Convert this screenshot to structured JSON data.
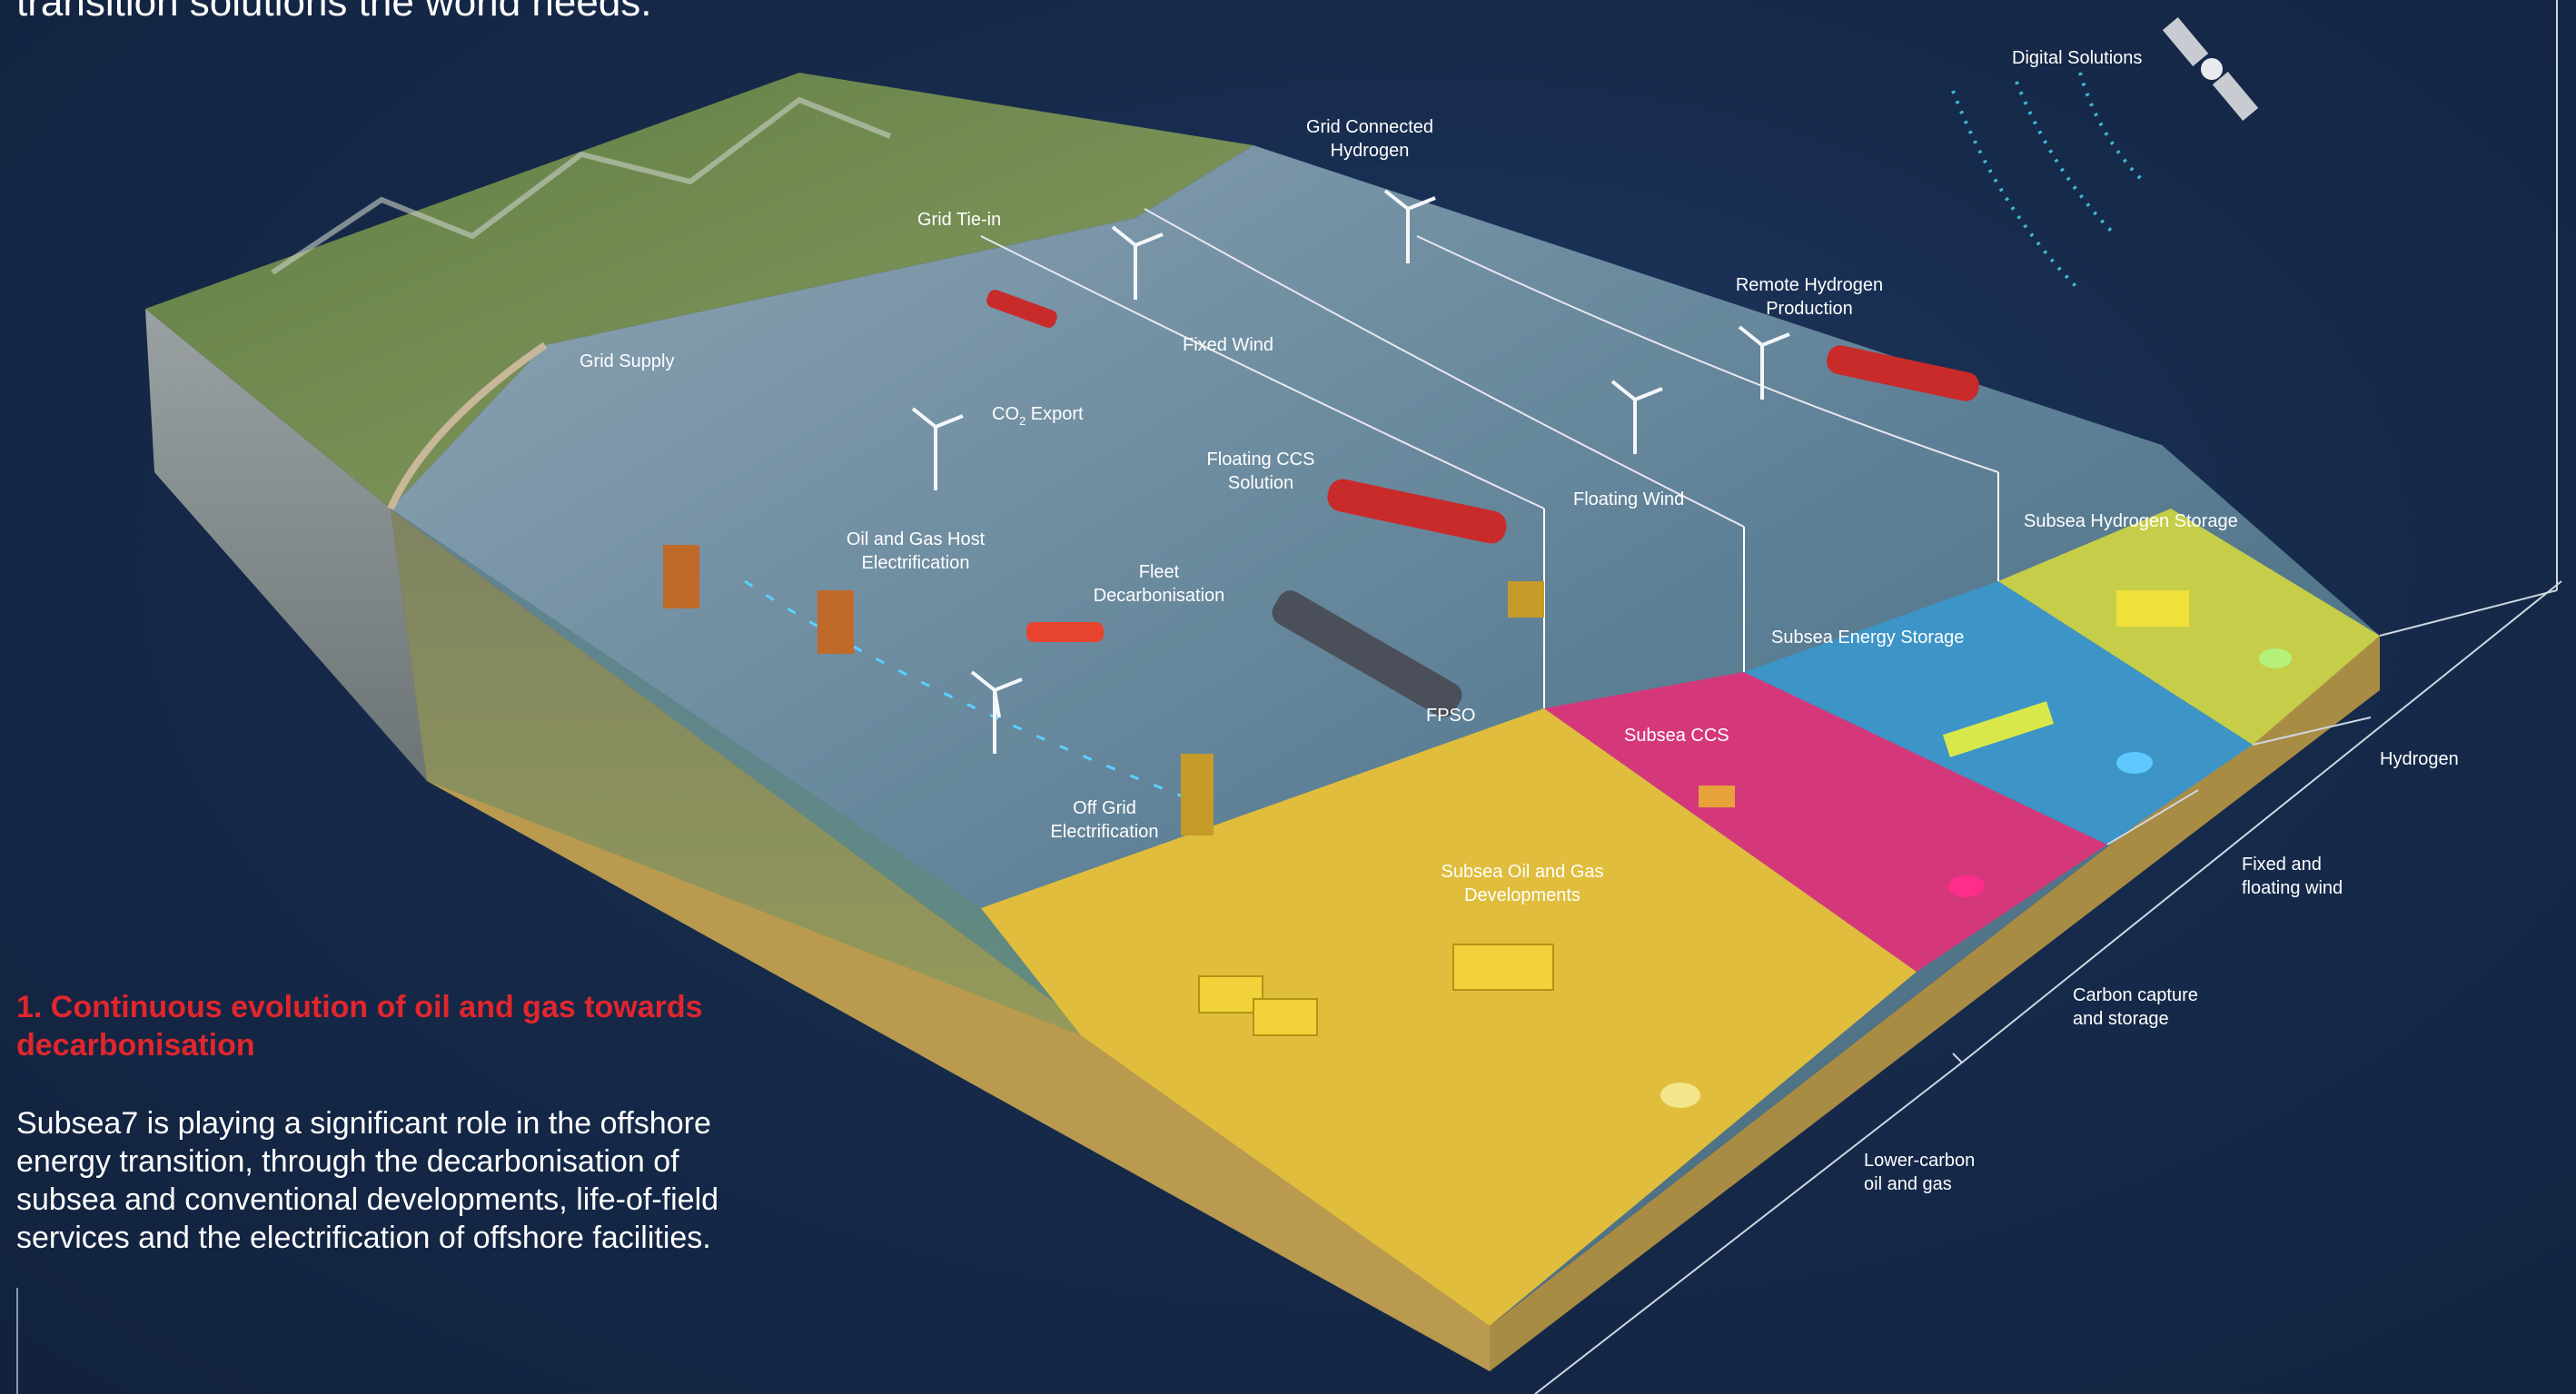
{
  "intro_text": "transition solutions the world needs.",
  "section": {
    "title": "1. Continuous evolution of oil and gas towards decarbonisation",
    "body": "Subsea7 is playing a significant role in the offshore energy transition, through the decarbonisation of subsea and conventional developments, life-of-field services and the electrification of offshore facilities."
  },
  "labels": {
    "digital_solutions": "Digital Solutions",
    "grid_connected_hydrogen_1": "Grid Connected",
    "grid_connected_hydrogen_2": "Hydrogen",
    "grid_tie_in": "Grid Tie-in",
    "grid_supply": "Grid Supply",
    "fixed_wind": "Fixed Wind",
    "remote_hydrogen_1": "Remote Hydrogen",
    "remote_hydrogen_2": "Production",
    "co2_export_main": "CO",
    "co2_export_sub": "2",
    "co2_export_rest": " Export",
    "floating_ccs_1": "Floating CCS",
    "floating_ccs_2": "Solution",
    "floating_wind": "Floating Wind",
    "subsea_hydrogen_storage": "Subsea Hydrogen Storage",
    "oil_gas_host_1": "Oil and Gas Host",
    "oil_gas_host_2": "Electrification",
    "fleet_decarb_1": "Fleet",
    "fleet_decarb_2": "Decarbonisation",
    "subsea_energy_storage": "Subsea Energy Storage",
    "fpso": "FPSO",
    "subsea_ccs": "Subsea CCS",
    "off_grid_1": "Off Grid",
    "off_grid_2": "Electrification",
    "subsea_og_1": "Subsea Oil and Gas",
    "subsea_og_2": "Developments"
  },
  "zones": {
    "hydrogen": "Hydrogen",
    "wind_1": "Fixed and",
    "wind_2": "floating wind",
    "ccs_1": "Carbon capture",
    "ccs_2": "and storage",
    "oil_gas_1": "Lower-carbon",
    "oil_gas_2": "oil and gas"
  },
  "colors": {
    "background": "#172846",
    "title_red": "#e1262d",
    "zone_oil_gas": "#e8c43a",
    "zone_ccs": "#d9347a",
    "zone_wind": "#3f97c9",
    "zone_hydrogen": "#c8cf4a",
    "sea": "#6f8fa6",
    "land": "#6e8c4a"
  }
}
